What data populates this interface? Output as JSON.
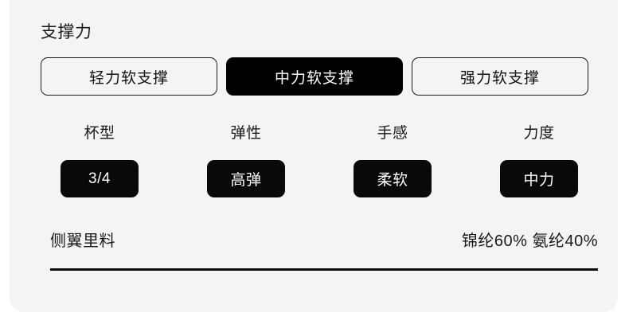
{
  "card": {
    "section_title": "支撑力",
    "support_options": [
      {
        "label": "轻力软支撑",
        "selected": false
      },
      {
        "label": "中力软支撑",
        "selected": true
      },
      {
        "label": "强力软支撑",
        "selected": false
      }
    ],
    "attributes": [
      {
        "label": "杯型",
        "value": "3/4"
      },
      {
        "label": "弹性",
        "value": "高弹"
      },
      {
        "label": "手感",
        "value": "柔软"
      },
      {
        "label": "力度",
        "value": "中力"
      }
    ],
    "material": {
      "name": "侧翼里料",
      "value": "锦纶60% 氨纶40%"
    }
  },
  "colors": {
    "card_background": "#f4f4f4",
    "page_background": "#ffffff",
    "selected_fill": "#000000",
    "selected_text": "#ffffff",
    "text": "#1a1a1a",
    "divider": "#0d0d0d"
  }
}
